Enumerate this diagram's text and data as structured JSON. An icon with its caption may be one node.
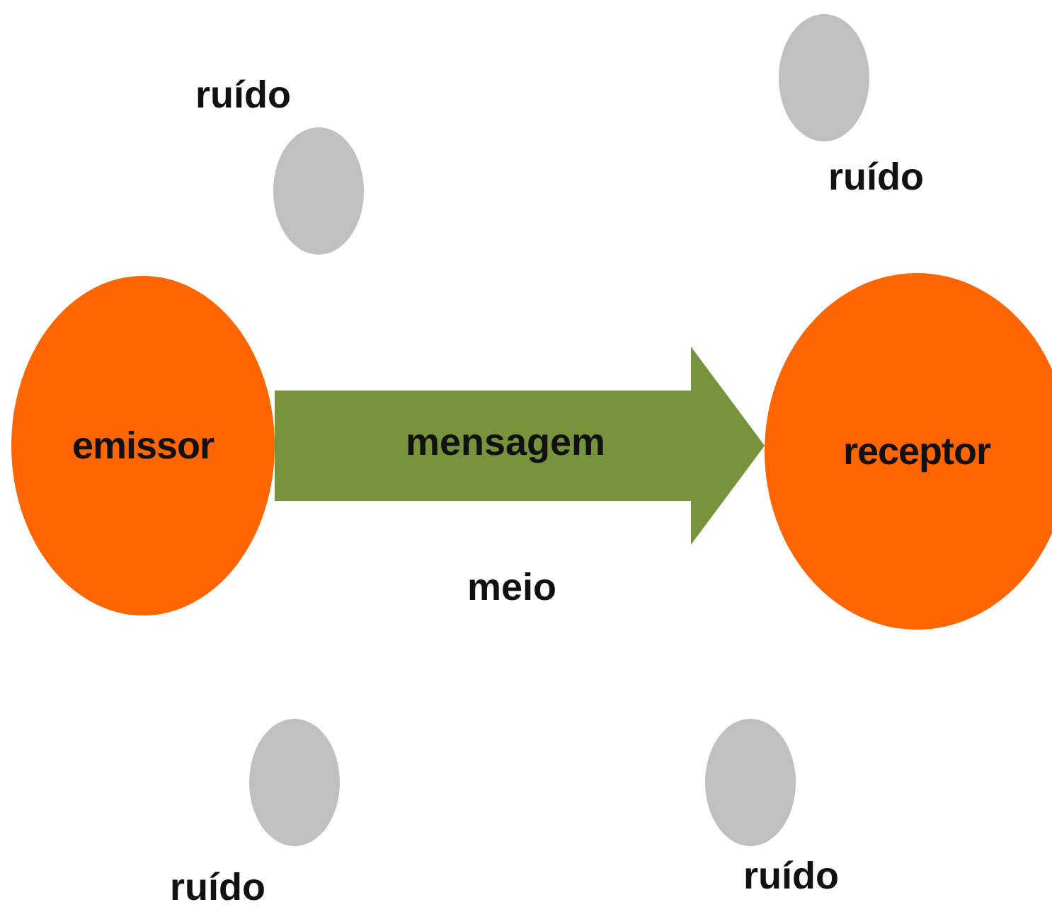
{
  "diagram": {
    "nodes": [
      {
        "text": [],
        "shape": "circle",
        "beside": [
          "ruído"
        ]
      },
      {
        "text": [],
        "shape": "circle",
        "beside": [
          "ruído"
        ]
      },
      {
        "text": [
          "emissor"
        ]
      },
      {
        "text": [
          "receptor"
        ]
      },
      {
        "text": [],
        "shape": "circle",
        "beside": [
          "ruído"
        ]
      },
      {
        "text": [],
        "shape": "circle",
        "beside": [
          "ruído"
        ]
      }
    ],
    "edges": [
      {
        "from": 2,
        "to": 3,
        "arrow": "to",
        "label": "mensagem",
        "style": "thick",
        "color": "#77933c"
      }
    ],
    "labels": [
      "meio"
    ]
  }
}
